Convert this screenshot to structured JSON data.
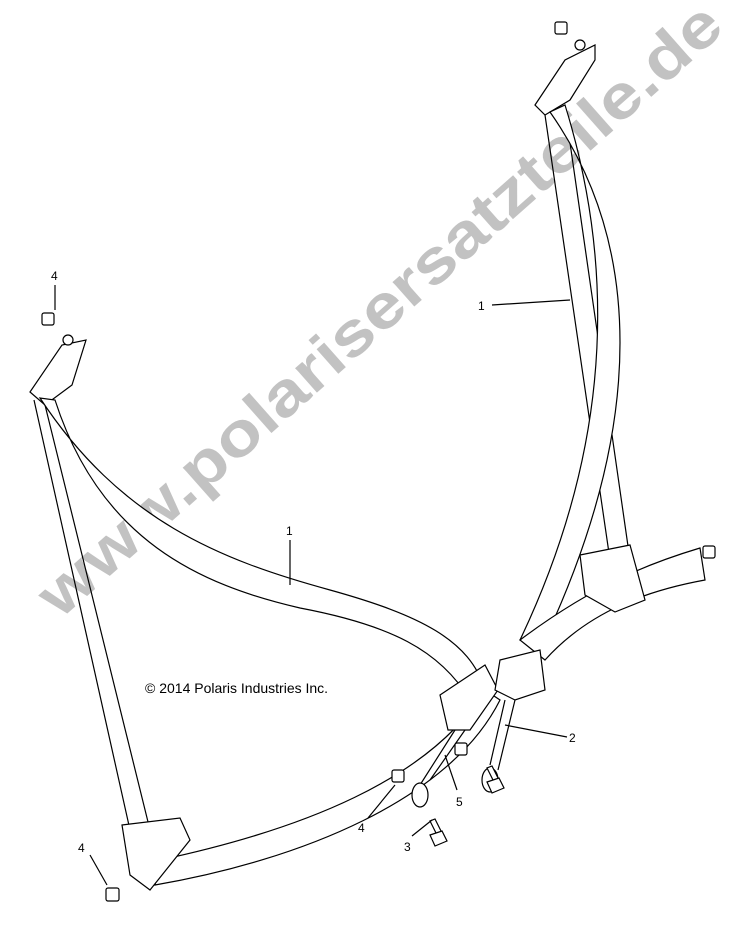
{
  "diagram": {
    "copyright": "© 2014 Polaris Industries Inc.",
    "watermark": "www.polarisersatzteile.de",
    "callouts": [
      {
        "id": "callout-4-top-left",
        "label": "4"
      },
      {
        "id": "callout-1-right",
        "label": "1"
      },
      {
        "id": "callout-1-left",
        "label": "1"
      },
      {
        "id": "callout-2",
        "label": "2"
      },
      {
        "id": "callout-5",
        "label": "5"
      },
      {
        "id": "callout-4-center",
        "label": "4"
      },
      {
        "id": "callout-3",
        "label": "3"
      },
      {
        "id": "callout-4-bottom-left",
        "label": "4"
      }
    ]
  }
}
